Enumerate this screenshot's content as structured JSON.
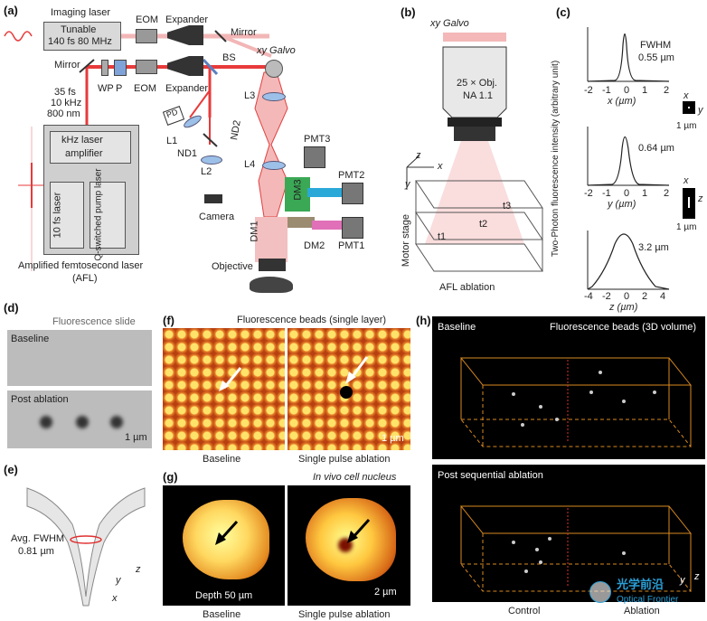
{
  "panel_tags": {
    "a": "(a)",
    "b": "(b)",
    "c": "(c)",
    "d": "(d)",
    "e": "(e)",
    "f": "(f)",
    "g": "(g)",
    "h": "(h)"
  },
  "panel_a": {
    "imaging_laser": "Imaging laser",
    "tunable_l1": "Tunable",
    "tunable_l2": "140 fs 80 MHz",
    "eom": "EOM",
    "expander": "Expander",
    "mirror": "Mirror",
    "mirror2": "Mirror",
    "xy_galvo": "xy Galvo",
    "bs": "BS",
    "wp": "WP",
    "p": "P",
    "eom2": "EOM",
    "expander2": "Expander",
    "pulse_l1": "35 fs",
    "pulse_l2": "10 kHz",
    "pulse_l3": "800 nm",
    "l3": "L3",
    "pd": "PD",
    "l1": "L1",
    "nd1": "ND1",
    "nd2": "ND2",
    "l2": "L2",
    "l4": "L4",
    "pmt3": "PMT3",
    "pmt2": "PMT2",
    "pmt1": "PMT1",
    "dm3": "DM3",
    "dm2": "DM2",
    "dm1": "DM1",
    "camera": "Camera",
    "objective": "Objective",
    "khz_l1": "kHz laser",
    "khz_l2": "amplifier",
    "fs10": "10 fs laser",
    "qswitch": "Q-switched pump laser",
    "afl_l1": "Amplified femtosecond laser",
    "afl_l2": "(AFL)"
  },
  "panel_b": {
    "xy_galvo": "xy Galvo",
    "obj_l1": "25 × Obj.",
    "obj_l2": "NA 1.1",
    "x": "x",
    "y": "y",
    "z": "z",
    "motor_stage": "Motor stage",
    "t1": "t1",
    "t2": "t2",
    "t3": "t3",
    "caption": "AFL ablation"
  },
  "panel_c": {
    "ylabel": "Two-Photon fluorescence intensity (arbitrary unit)",
    "fwhm": "FWHM",
    "v1": "0.55 µm",
    "v2": "0.64 µm",
    "v3": "3.2 µm",
    "xl1": "x (µm)",
    "xl2": "y (µm)",
    "xl3": "z (µm)",
    "ticks1": [
      "-2",
      "-1",
      "0",
      "1",
      "2"
    ],
    "ticks3": [
      "-4",
      "-2",
      "0",
      "2",
      "4"
    ],
    "scale": "1 µm",
    "ax_x": "x",
    "ax_y": "y",
    "ax_z": "z"
  },
  "panel_d": {
    "title": "Fluorescence slide",
    "baseline": "Baseline",
    "post": "Post ablation",
    "scale": "1 µm"
  },
  "panel_e": {
    "l1": "Avg. FWHM",
    "l2": "0.81 µm",
    "y": "y",
    "z": "z",
    "x": "x"
  },
  "panel_f": {
    "title": "Fluorescence beads (single layer)",
    "left": "Baseline",
    "right": "Single pulse ablation",
    "scale": "1 µm"
  },
  "panel_g": {
    "title": "In vivo cell nucleus",
    "depth": "Depth 50 µm",
    "scale": "2 µm",
    "left": "Baseline",
    "right": "Single pulse ablation"
  },
  "panel_h": {
    "baseline": "Baseline",
    "title": "Fluorescence beads (3D volume)",
    "post": "Post sequential ablation",
    "control": "Control",
    "ablation": "Ablation",
    "y": "y",
    "z": "z"
  },
  "watermark": {
    "l1": "光学前沿",
    "l2": "Optical Frontier"
  }
}
